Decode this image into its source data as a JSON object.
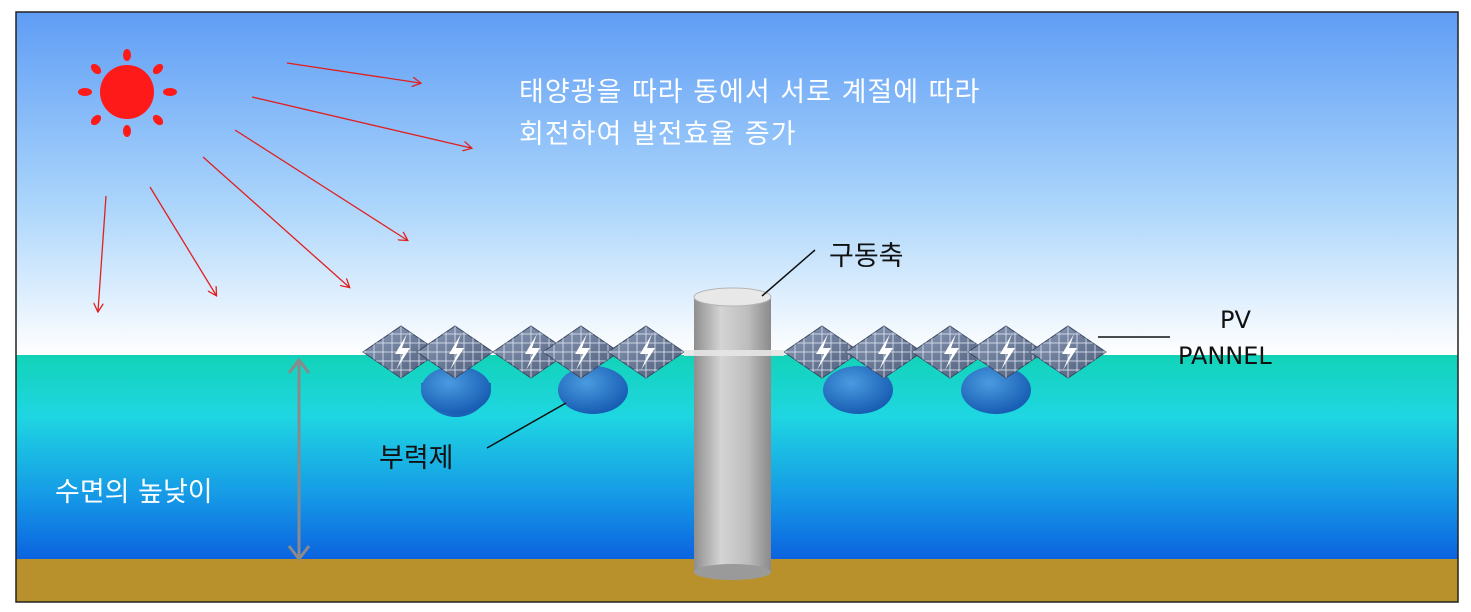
{
  "caption": {
    "line1": "태양광을 따라 동에서 서로 계절에 따라",
    "line2": "회전하여 발전효율 증가"
  },
  "labels": {
    "shaft": "구동축",
    "pv_line1": "PV",
    "pv_line2": "PANNEL",
    "float": "부력제",
    "water_level": "수면의 높낮이"
  },
  "colors": {
    "sky_top": "#5f9df5",
    "sky_bottom": "#ffffff",
    "water_top": "#12d3b8",
    "water_mid": "#1ab7e0",
    "water_bottom": "#0f6fe0",
    "ground": "#b8902c",
    "sun": "#ff1a1a",
    "ray": "#e02020",
    "float": "#1f6fc4",
    "arrow": "#8a8a8a"
  },
  "icons": {
    "sun": "sun-icon",
    "bolt": "lightning-bolt-icon"
  }
}
